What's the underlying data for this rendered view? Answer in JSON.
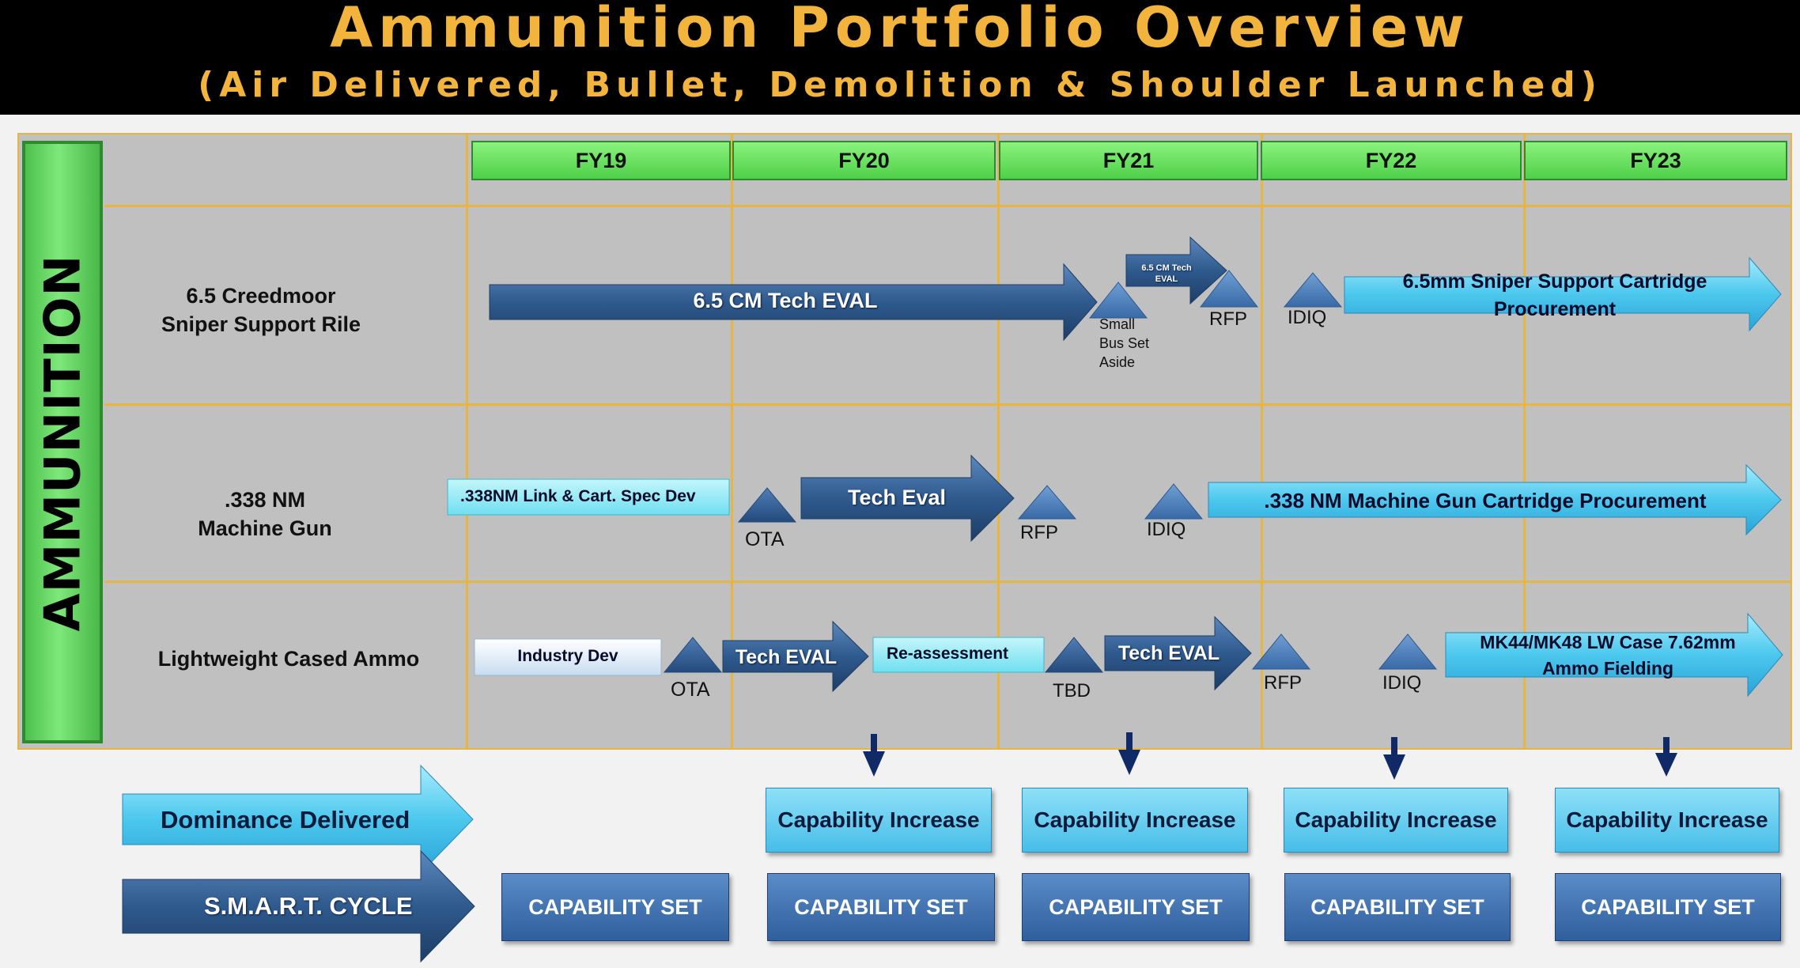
{
  "header": {
    "title": "Ammunition Portfolio Overview",
    "subtitle": "(Air Delivered, Bullet, Demolition & Shoulder Launched)"
  },
  "side_label": "AMMUNITION",
  "fiscal_years": [
    "FY19",
    "FY20",
    "FY21",
    "FY22",
    "FY23"
  ],
  "rows": [
    {
      "label": [
        "6.5 Creedmoor",
        "Sniper Support Rile"
      ],
      "arrow_main": "6.5 CM Tech EVAL",
      "arrow_small": [
        "6.5 CM Tech",
        "EVAL"
      ],
      "small_bus": [
        "Small",
        "Bus Set",
        "Aside"
      ],
      "rfp": "RFP",
      "idiq": "IDIQ",
      "procurement": [
        "6.5mm Sniper Support Cartridge",
        "Procurement"
      ]
    },
    {
      "label": [
        ".338 NM",
        "Machine Gun"
      ],
      "spec_dev": ".338NM Link & Cart. Spec Dev",
      "ota": "OTA",
      "tech_eval": "Tech Eval",
      "rfp": "RFP",
      "idiq": "IDIQ",
      "procurement": ".338 NM Machine Gun Cartridge Procurement"
    },
    {
      "label": [
        "Lightweight Cased Ammo"
      ],
      "industry_dev": "Industry Dev",
      "ota": "OTA",
      "tech_eval_1": "Tech EVAL",
      "reassessment": "Re-assessment",
      "tbd": "TBD",
      "tech_eval_2": "Tech EVAL",
      "rfp": "RFP",
      "idiq": "IDIQ",
      "fielding": [
        "MK44/MK48 LW Case 7.62mm",
        "Ammo Fielding"
      ]
    }
  ],
  "bottom": {
    "dominance": "Dominance Delivered",
    "smart_cycle": "S.M.A.R.T. CYCLE",
    "capability_increase": [
      "Capability Increase",
      "Capability Increase",
      "Capability Increase",
      "Capability Increase"
    ],
    "capability_set": [
      "CAPABILITY SET",
      "CAPABILITY SET",
      "CAPABILITY SET",
      "CAPABILITY SET",
      "CAPABILITY SET"
    ]
  },
  "colors": {
    "header_bg": "#000000",
    "title": "#f2b43c",
    "grid_line": "#e8b640",
    "board_bg": "#c0c0c0",
    "year_green": "#5fdc55",
    "dark_blue": "#2f5a8e",
    "light_blue": "#4cc8ee"
  }
}
